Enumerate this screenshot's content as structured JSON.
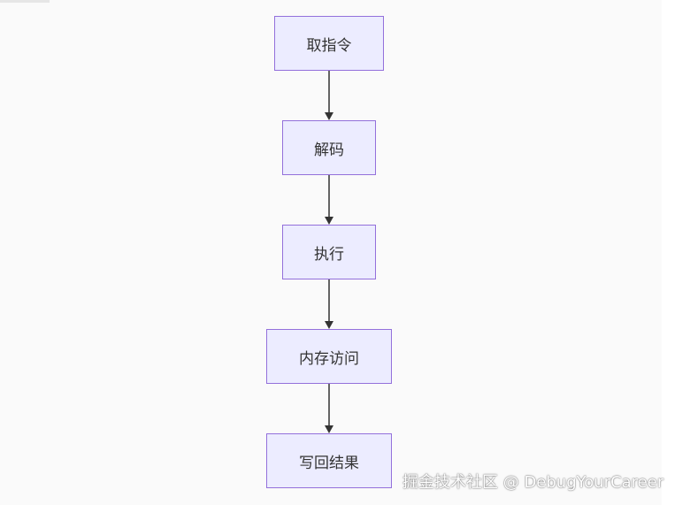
{
  "diagram": {
    "nodes": [
      {
        "id": "n1",
        "label": "取指令"
      },
      {
        "id": "n2",
        "label": "解码"
      },
      {
        "id": "n3",
        "label": "执行"
      },
      {
        "id": "n4",
        "label": "内存访问"
      },
      {
        "id": "n5",
        "label": "写回结果"
      }
    ],
    "edges": [
      {
        "from": "n1",
        "to": "n2"
      },
      {
        "from": "n2",
        "to": "n3"
      },
      {
        "from": "n3",
        "to": "n4"
      },
      {
        "from": "n4",
        "to": "n5"
      }
    ],
    "colors": {
      "node_fill": "#ececff",
      "node_border": "#9370db",
      "edge": "#333333",
      "background": "#fafafa"
    }
  },
  "watermark": {
    "text": "掘金技术社区 @ DebugYourCareer"
  }
}
